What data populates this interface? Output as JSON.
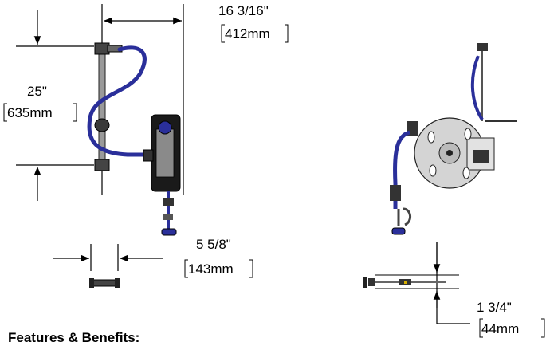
{
  "dimensions": {
    "width": {
      "imperial": "16 3/16\"",
      "metric": "412mm"
    },
    "height": {
      "imperial": "25\"",
      "metric": "635mm"
    },
    "base": {
      "imperial": "5 5/8\"",
      "metric": "143mm"
    },
    "depth": {
      "imperial": "1 3/4\"",
      "metric": "44mm"
    }
  },
  "section_heading": "Features & Benefits:",
  "colors": {
    "hose": "#2a2f9a",
    "line": "#000000",
    "reel": "#cfcfcf",
    "housing": "#1a1a1a"
  }
}
